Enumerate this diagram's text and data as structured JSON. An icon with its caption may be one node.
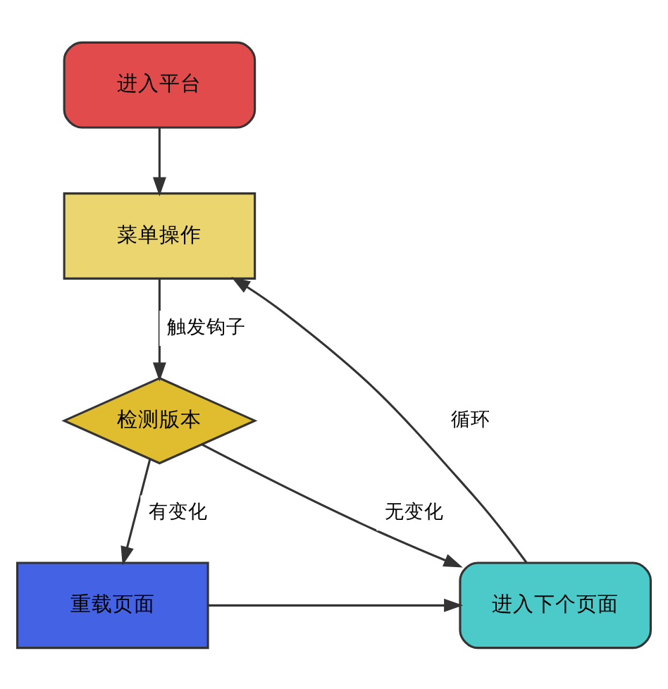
{
  "diagram": {
    "nodes": [
      {
        "text": [
          "进入平台"
        ]
      },
      {
        "text": [
          "菜单操作"
        ]
      },
      {
        "text": [
          "检测版本"
        ]
      },
      {
        "text": [
          "重载页面"
        ]
      },
      {
        "text": [
          "进入下个页面"
        ]
      }
    ],
    "edges": [
      {
        "from": 0,
        "to": 1,
        "arrow": "to"
      },
      {
        "from": 1,
        "to": 2,
        "arrow": "to",
        "label": "触发钩子"
      },
      {
        "from": 2,
        "to": 3,
        "arrow": "to",
        "label": "有变化"
      },
      {
        "from": 2,
        "to": 4,
        "arrow": "to",
        "label": "无变化"
      },
      {
        "from": 3,
        "to": 4,
        "arrow": "to"
      },
      {
        "from": 4,
        "to": 1,
        "arrow": "to",
        "label": "循环"
      }
    ]
  }
}
